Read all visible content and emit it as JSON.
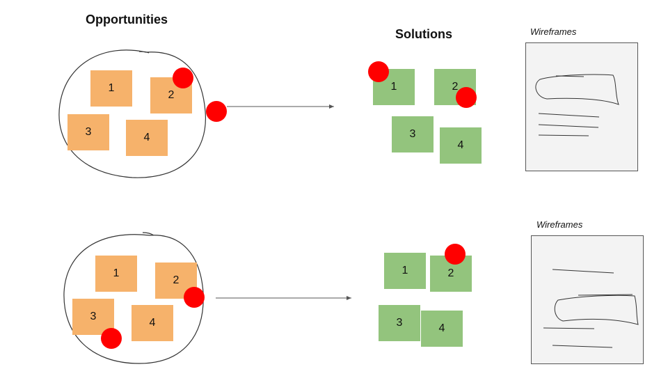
{
  "headings": {
    "opportunities": "Opportunities",
    "solutions": "Solutions",
    "wireframes_top": "Wireframes",
    "wireframes_bottom": "Wireframes"
  },
  "colors": {
    "opportunity_note": "#f6b26b",
    "solution_note": "#93c47d",
    "vote_dot": "#ff0000",
    "wireframe_bg": "#f3f3f3"
  },
  "row1": {
    "opportunities": [
      "1",
      "2",
      "3",
      "4"
    ],
    "solutions": [
      "1",
      "2",
      "3",
      "4"
    ]
  },
  "row2": {
    "opportunities": [
      "1",
      "2",
      "3",
      "4"
    ],
    "solutions": [
      "1",
      "2",
      "3",
      "4"
    ]
  }
}
